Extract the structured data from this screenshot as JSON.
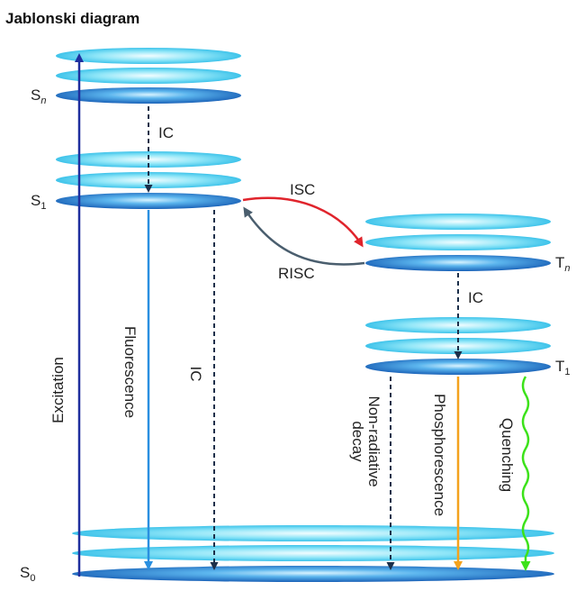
{
  "title": "Jablonski diagram",
  "levels": {
    "sn": {
      "main": "S",
      "sub": "n"
    },
    "s1": {
      "main": "S",
      "sub": "1"
    },
    "s0": {
      "main": "S",
      "sub": "0"
    },
    "tn": {
      "main": "T",
      "sub": "n"
    },
    "t1": {
      "main": "T",
      "sub": "1"
    }
  },
  "processes": {
    "ic_sn_s1": "IC",
    "isc": "ISC",
    "risc": "RISC",
    "ic_tn_t1": "IC",
    "excitation": "Excitation",
    "fluorescence": "Fluorescence",
    "ic_s1_s0": "IC",
    "nonrad_line1": "Non-radiative",
    "nonrad_line2": "decay",
    "phosphorescence": "Phosphorescence",
    "quenching": "Quenching"
  },
  "colors": {
    "excitation": "#1f2f9e",
    "fluorescence": "#2a8fe0",
    "isc": "#e0242c",
    "risc": "#4a5e6e",
    "dashed": "#1c2f4a",
    "phosphorescence": "#f4a21e",
    "quenching": "#3ce21a",
    "level_light": "#8fe6f8",
    "level_dark": "#1a78c8"
  }
}
